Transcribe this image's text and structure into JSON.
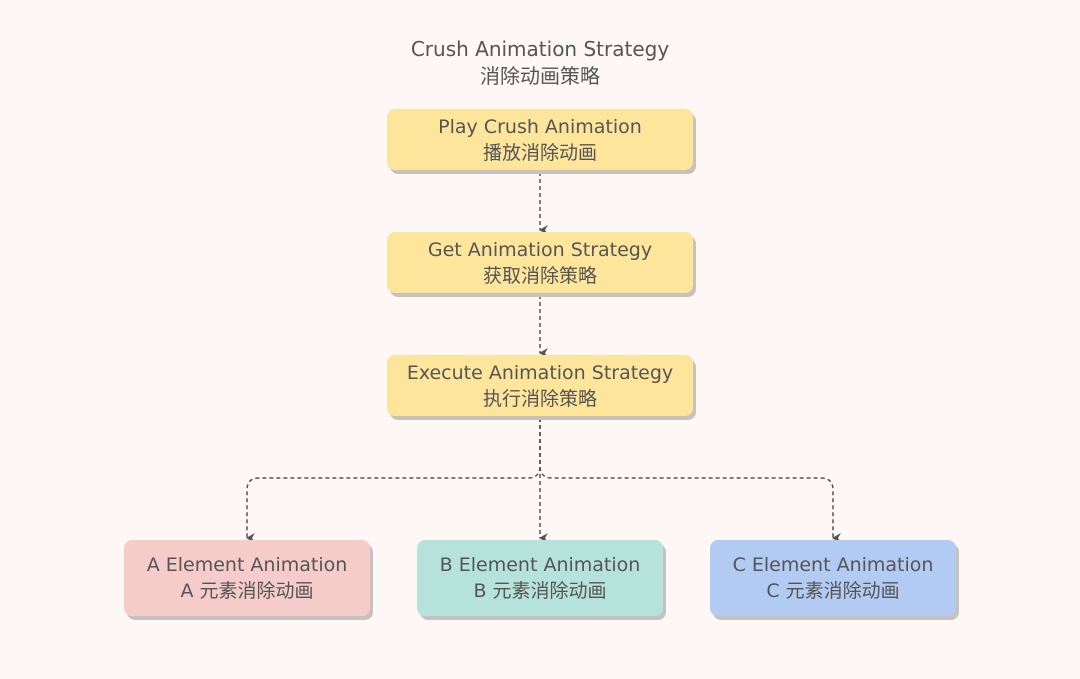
{
  "title": {
    "en": "Crush Animation Strategy",
    "zh": "消除动画策略"
  },
  "nodes": {
    "play": {
      "en": "Play Crush Animation",
      "zh": "播放消除动画"
    },
    "get": {
      "en": "Get Animation Strategy",
      "zh": "获取消除策略"
    },
    "execute": {
      "en": "Execute Animation Strategy",
      "zh": "执行消除策略"
    },
    "a": {
      "en": "A Element Animation",
      "zh": "A 元素消除动画"
    },
    "b": {
      "en": "B Element Animation",
      "zh": "B 元素消除动画"
    },
    "c": {
      "en": "C Element Animation",
      "zh": "C 元素消除动画"
    }
  },
  "colors": {
    "background": "#fdf7f5",
    "yellow": "#fde59b",
    "pink": "#f6cccb",
    "teal": "#b5e3db",
    "blue": "#b1cbf2",
    "connector": "#555555"
  },
  "edges": [
    {
      "from": "play",
      "to": "get",
      "style": "dashed-arrow"
    },
    {
      "from": "get",
      "to": "execute",
      "style": "dashed-arrow"
    },
    {
      "from": "execute",
      "to": "a",
      "style": "dashed-arrow"
    },
    {
      "from": "execute",
      "to": "b",
      "style": "dashed-arrow"
    },
    {
      "from": "execute",
      "to": "c",
      "style": "dashed-arrow"
    }
  ]
}
